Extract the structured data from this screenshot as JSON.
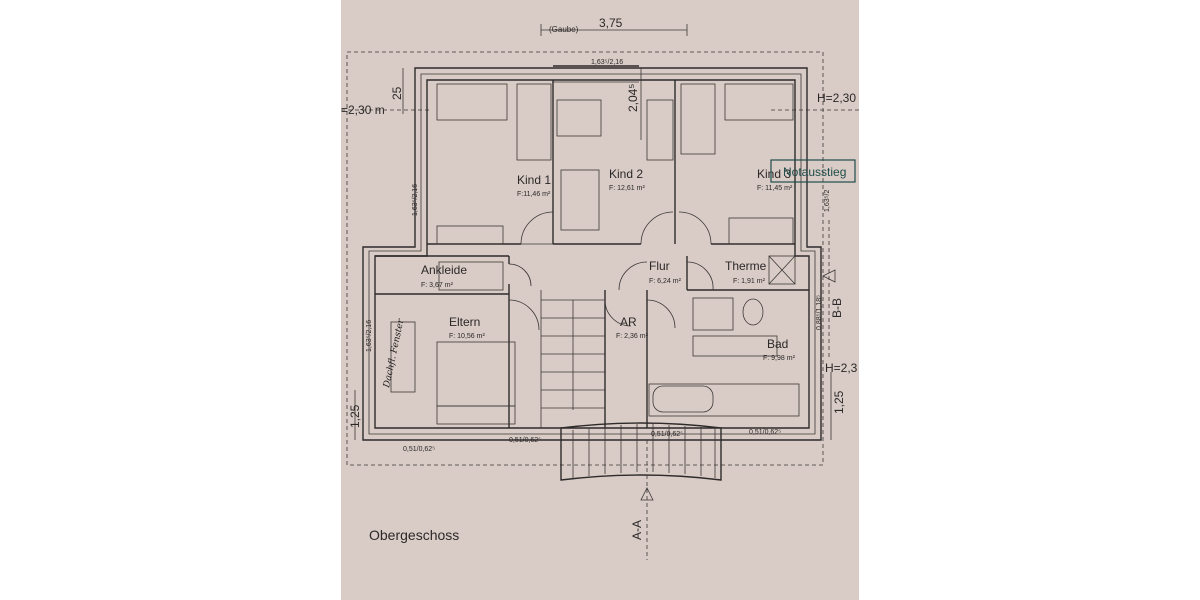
{
  "plan": {
    "title": "Obergeschoss",
    "rooms": [
      {
        "id": "kind1",
        "name": "Kind 1",
        "area": "F:11,46 m²"
      },
      {
        "id": "kind2",
        "name": "Kind 2",
        "area": "F: 12,61 m²"
      },
      {
        "id": "kind3",
        "name": "Kind 3",
        "area": "F: 11,45 m²"
      },
      {
        "id": "ankleide",
        "name": "Ankleide",
        "area": "F: 3,67 m²"
      },
      {
        "id": "flur",
        "name": "Flur",
        "area": "F: 6,24 m²"
      },
      {
        "id": "therme",
        "name": "Therme",
        "area": "F: 1,91 m²"
      },
      {
        "id": "eltern",
        "name": "Eltern",
        "area": "F: 10,56 m²"
      },
      {
        "id": "ar",
        "name": "AR",
        "area": "F: 2,36 m²"
      },
      {
        "id": "bad",
        "name": "Bad",
        "area": "F: 9,98 m²"
      }
    ],
    "dimensions": {
      "gaube_label": "(Gaube)",
      "gaube_width": "3,75",
      "window_top": "1,63⁵/2,16",
      "depth_2045": "2,04⁵",
      "dim_25": "25",
      "h_left": "=2,30 m",
      "h_right": "H=2,30",
      "h_right_lower": "H=2,3",
      "window_left": "1,63⁵/2,16",
      "window_right": "1,63⁵/2",
      "window_eltern": "1,63⁵/2,16",
      "window_bad": "0,88⁵/1,18⁵",
      "dim_125_left": "1,25",
      "dim_125_right": "1,25",
      "win_bottom_1": "0,51/0,62⁵",
      "win_bottom_2": "0,51/0,62⁵",
      "win_bottom_3": "0,51/0,62⁵",
      "win_bottom_4": "0,51/0,62⁵"
    },
    "sections": {
      "a": "A-A",
      "b": "B-B"
    },
    "stamp": "Notausstieg",
    "handwritten": "Dachfl. Fenster"
  },
  "colors": {
    "paper": "#d9ccc6",
    "ink": "#2b2828",
    "stamp": "#1f4d4a"
  }
}
